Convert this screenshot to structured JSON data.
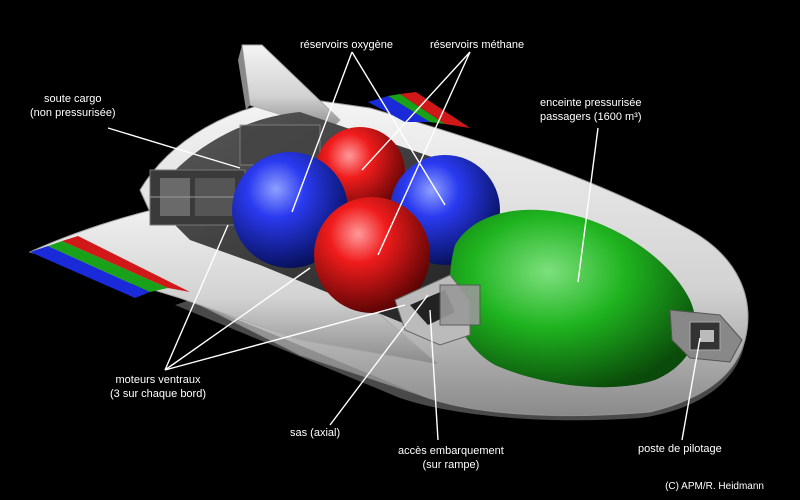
{
  "labels": {
    "cargo": {
      "line1": "soute cargo",
      "line2": "(non pressurisée)"
    },
    "oxygen": "réservoirs oxygène",
    "methane": "réservoirs méthane",
    "passenger": {
      "line1": "enceinte pressurisée",
      "line2": "passagers (1600 m³)"
    },
    "engines": {
      "line1": "moteurs ventraux",
      "line2": "(3 sur chaque bord)"
    },
    "airlock": "sas (axial)",
    "boarding": {
      "line1": "accès embarquement",
      "line2": "(sur rampe)"
    },
    "cockpit": "poste de pilotage"
  },
  "credit": "(C) APM/R. Heidmann",
  "colors": {
    "background": "#000000",
    "hull": "#e8e8e8",
    "oxygen_tank": "#1a28e0",
    "methane_tank": "#e01818",
    "passenger_module": "#22b322",
    "stripe_red": "#d01818",
    "stripe_green": "#1aa11a",
    "stripe_blue": "#1a2ad8"
  }
}
